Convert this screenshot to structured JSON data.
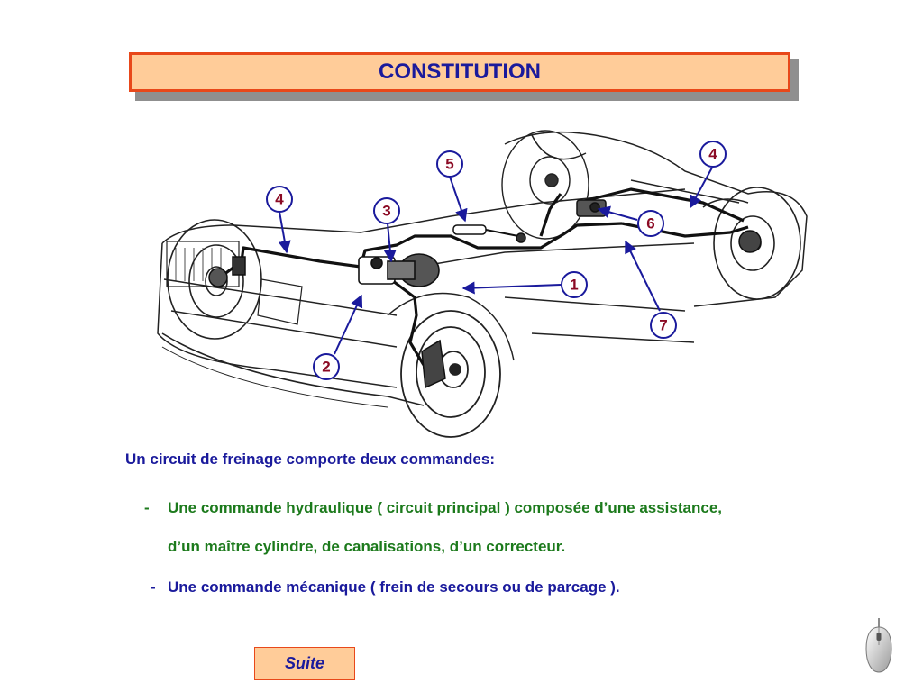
{
  "title": "CONSTITUTION",
  "callouts": [
    {
      "id": "c5",
      "label": "5"
    },
    {
      "id": "c4r",
      "label": "4"
    },
    {
      "id": "c4l",
      "label": "4"
    },
    {
      "id": "c3",
      "label": "3"
    },
    {
      "id": "c6",
      "label": "6"
    },
    {
      "id": "c1",
      "label": "1"
    },
    {
      "id": "c7",
      "label": "7"
    },
    {
      "id": "c2",
      "label": "2"
    }
  ],
  "body": {
    "intro": "Un circuit de freinage comporte deux commandes:",
    "bullet1_dash": "-",
    "bullet1_line1": "Une commande hydraulique ( circuit principal ) composée d’une assistance,",
    "bullet1_line2": "d’un maître cylindre, de canalisations, d’un correcteur.",
    "bullet2_dash": "-",
    "bullet2_text": "Une commande mécanique ( frein de secours ou de parcage )."
  },
  "button": {
    "label": "Suite"
  },
  "colors": {
    "title_bg": "#ffcc99",
    "title_border": "#e8481a",
    "title_text": "#1a1a9c",
    "callout_circle": "#1a1a9c",
    "callout_text": "#8b0a24",
    "green_text": "#1c7a1c"
  },
  "icons": {
    "corner": "mouse-icon"
  }
}
